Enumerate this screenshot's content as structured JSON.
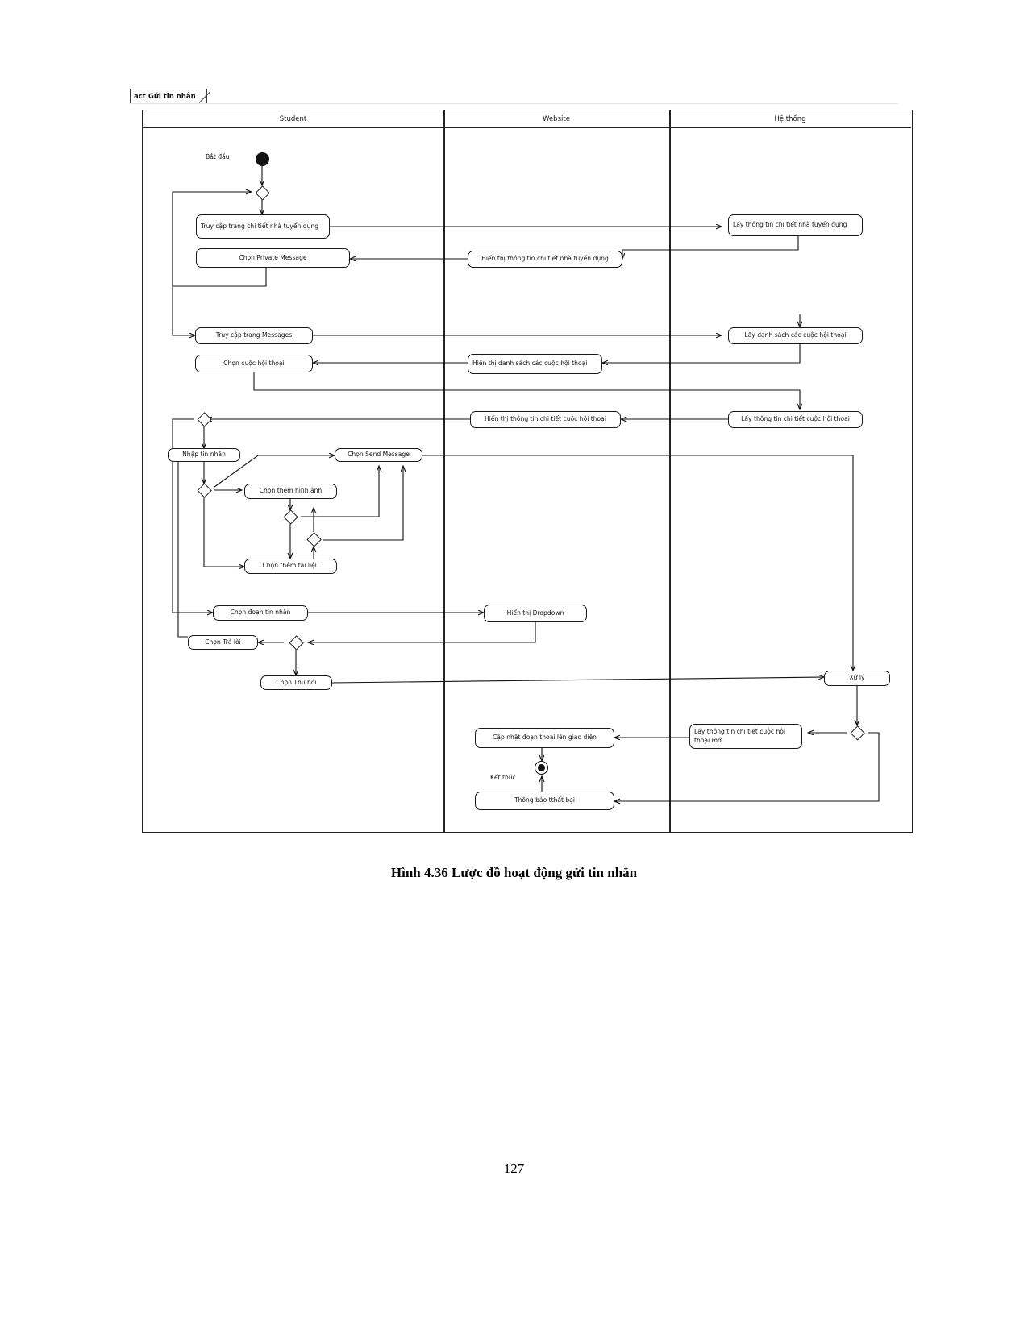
{
  "document": {
    "caption": "Hình 4.36 Lược đồ hoạt động gửi tin nhắn",
    "page_number": "127"
  },
  "diagram": {
    "type": "uml-activity-diagram",
    "frame_tab": {
      "keyword": "act",
      "name": "Gửi tin nhắn"
    },
    "lanes": [
      {
        "id": "student",
        "label": "Student"
      },
      {
        "id": "website",
        "label": "Website"
      },
      {
        "id": "system",
        "label": "Hệ thống"
      }
    ],
    "labels": {
      "start": "Bắt đầu",
      "end": "Kết thúc"
    },
    "nodes": [
      {
        "id": "n1",
        "lane": "student",
        "label": "Truy cập trang chi tiết nhà tuyển dụng"
      },
      {
        "id": "n2",
        "lane": "student",
        "label": "Chọn Private Message"
      },
      {
        "id": "n3",
        "lane": "student",
        "label": "Truy cập trang Messages"
      },
      {
        "id": "n4",
        "lane": "student",
        "label": "Chọn cuộc hội thoại"
      },
      {
        "id": "n5",
        "lane": "student",
        "label": "Nhập tin nhắn"
      },
      {
        "id": "n6",
        "lane": "student",
        "label": "Chọn Send Message"
      },
      {
        "id": "n7",
        "lane": "student",
        "label": "Chọn thêm hình ảnh"
      },
      {
        "id": "n8",
        "lane": "student",
        "label": "Chọn thêm tài liệu"
      },
      {
        "id": "n9",
        "lane": "student",
        "label": "Chọn đoạn tin nhắn"
      },
      {
        "id": "n10",
        "lane": "student",
        "label": "Chọn Trả lời"
      },
      {
        "id": "n11",
        "lane": "student",
        "label": "Chọn Thu hồi"
      },
      {
        "id": "n12",
        "lane": "website",
        "label": "Hiển thị thông tin chi tiết nhà tuyển dụng"
      },
      {
        "id": "n13",
        "lane": "website",
        "label": "Hiển thị danh sách các cuộc hội thoại"
      },
      {
        "id": "n14",
        "lane": "website",
        "label": "Hiển thị thông tin chi tiết cuộc hội thoại"
      },
      {
        "id": "n15",
        "lane": "website",
        "label": "Hiển thị Dropdown"
      },
      {
        "id": "n16",
        "lane": "website",
        "label": "Cập nhật đoạn thoại lên giao diện"
      },
      {
        "id": "n17",
        "lane": "website",
        "label": "Thông báo tthất bại"
      },
      {
        "id": "n18",
        "lane": "system",
        "label": "Lấy thông tin chi tiết nhà tuyển dụng"
      },
      {
        "id": "n19",
        "lane": "system",
        "label": "Lấy danh sách các cuộc hội thoại"
      },
      {
        "id": "n20",
        "lane": "system",
        "label": "Lấy thông tin chi tiết cuộc hội thoai"
      },
      {
        "id": "n21",
        "lane": "system",
        "label": "Xử lý"
      },
      {
        "id": "n22",
        "lane": "system",
        "label": "Lấy thông tin chi tiết cuộc hội thoại mới"
      }
    ]
  }
}
